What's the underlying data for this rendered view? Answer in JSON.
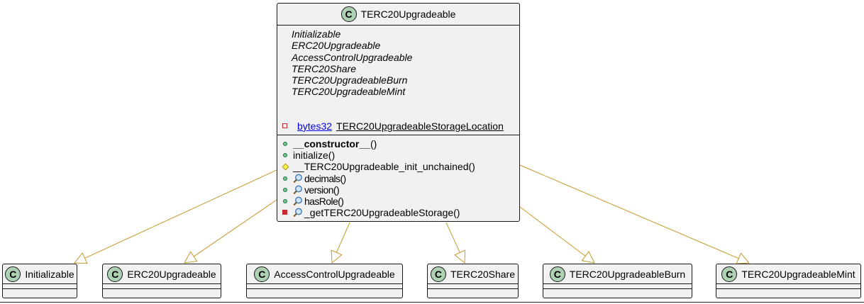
{
  "main_class": {
    "name": "TERC20Upgradeable",
    "stereo_letter": "C",
    "notes": [
      "Initializable",
      "ERC20Upgradeable",
      "AccessControlUpgradeable",
      "TERC20Share",
      "TERC20UpgradeableBurn",
      "TERC20UpgradeableMint"
    ],
    "field": {
      "type": "bytes32",
      "name": "TERC20UpgradeableStorageLocation"
    },
    "methods": [
      {
        "vis": "public",
        "view": false,
        "text": "__constructor__",
        "bold": true,
        "suffix": "()"
      },
      {
        "vis": "public",
        "view": false,
        "text": "initialize()",
        "bold": false,
        "suffix": ""
      },
      {
        "vis": "protected",
        "view": false,
        "text": "__TERC20Upgradeable_init_unchained()",
        "bold": false,
        "suffix": ""
      },
      {
        "vis": "public",
        "view": true,
        "text": "decimals()",
        "bold": false,
        "suffix": ""
      },
      {
        "vis": "public",
        "view": true,
        "text": "version()",
        "bold": false,
        "suffix": ""
      },
      {
        "vis": "public",
        "view": true,
        "text": "hasRole()",
        "bold": false,
        "suffix": ""
      },
      {
        "vis": "private",
        "view": true,
        "text": "_getTERC20UpgradeableStorage()",
        "bold": false,
        "suffix": ""
      }
    ]
  },
  "parents": [
    {
      "name": "Initializable",
      "letter": "C"
    },
    {
      "name": "ERC20Upgradeable",
      "letter": "C"
    },
    {
      "name": "AccessControlUpgradeable",
      "letter": "C"
    },
    {
      "name": "TERC20Share",
      "letter": "C"
    },
    {
      "name": "TERC20UpgradeableBurn",
      "letter": "C"
    },
    {
      "name": "TERC20UpgradeableMint",
      "letter": "C"
    }
  ],
  "colors": {
    "class_bg": "#f1f1f1",
    "class_icon": "#add1b2",
    "edge": "#c49a2c",
    "link": "#0000ee"
  }
}
